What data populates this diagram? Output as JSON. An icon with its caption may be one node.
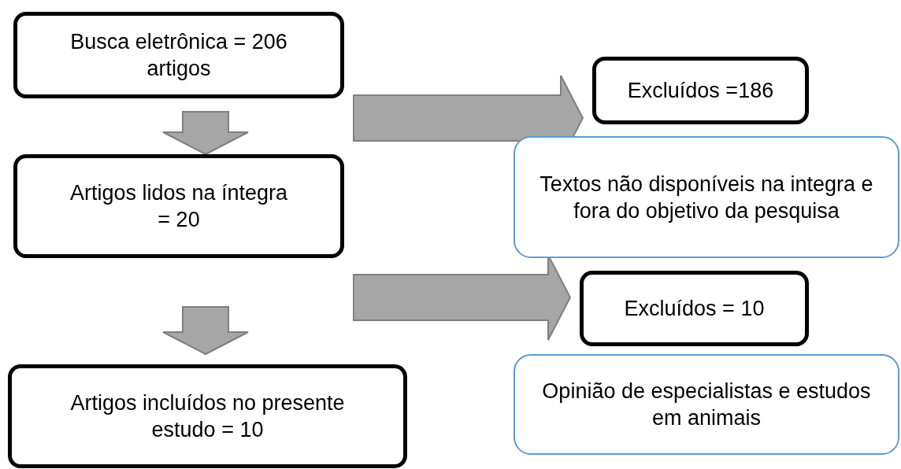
{
  "diagram": {
    "nodes": [
      {
        "text": [
          "Busca eletrônica = 206 artigos"
        ]
      },
      {
        "text": [
          "Artigos lidos na íntegra = 20"
        ]
      },
      {
        "text": [
          "Artigos incluídos no presente estudo = 10"
        ]
      },
      {
        "text": [
          "Excluídos =186"
        ]
      },
      {
        "text": [
          "Textos não disponíveis na integra e fora do objetivo da pesquisa"
        ]
      },
      {
        "text": [
          "Excluídos = 10"
        ]
      },
      {
        "text": [
          "Opinião de especialistas e estudos em animais"
        ]
      }
    ],
    "edges": [
      {
        "from": 0,
        "to": 1,
        "arrow": "to"
      },
      {
        "from": 1,
        "to": 2,
        "arrow": "to"
      },
      {
        "from": 0,
        "to": 3,
        "arrow": "to"
      },
      {
        "from": 1,
        "to": 5,
        "arrow": "to"
      }
    ]
  }
}
